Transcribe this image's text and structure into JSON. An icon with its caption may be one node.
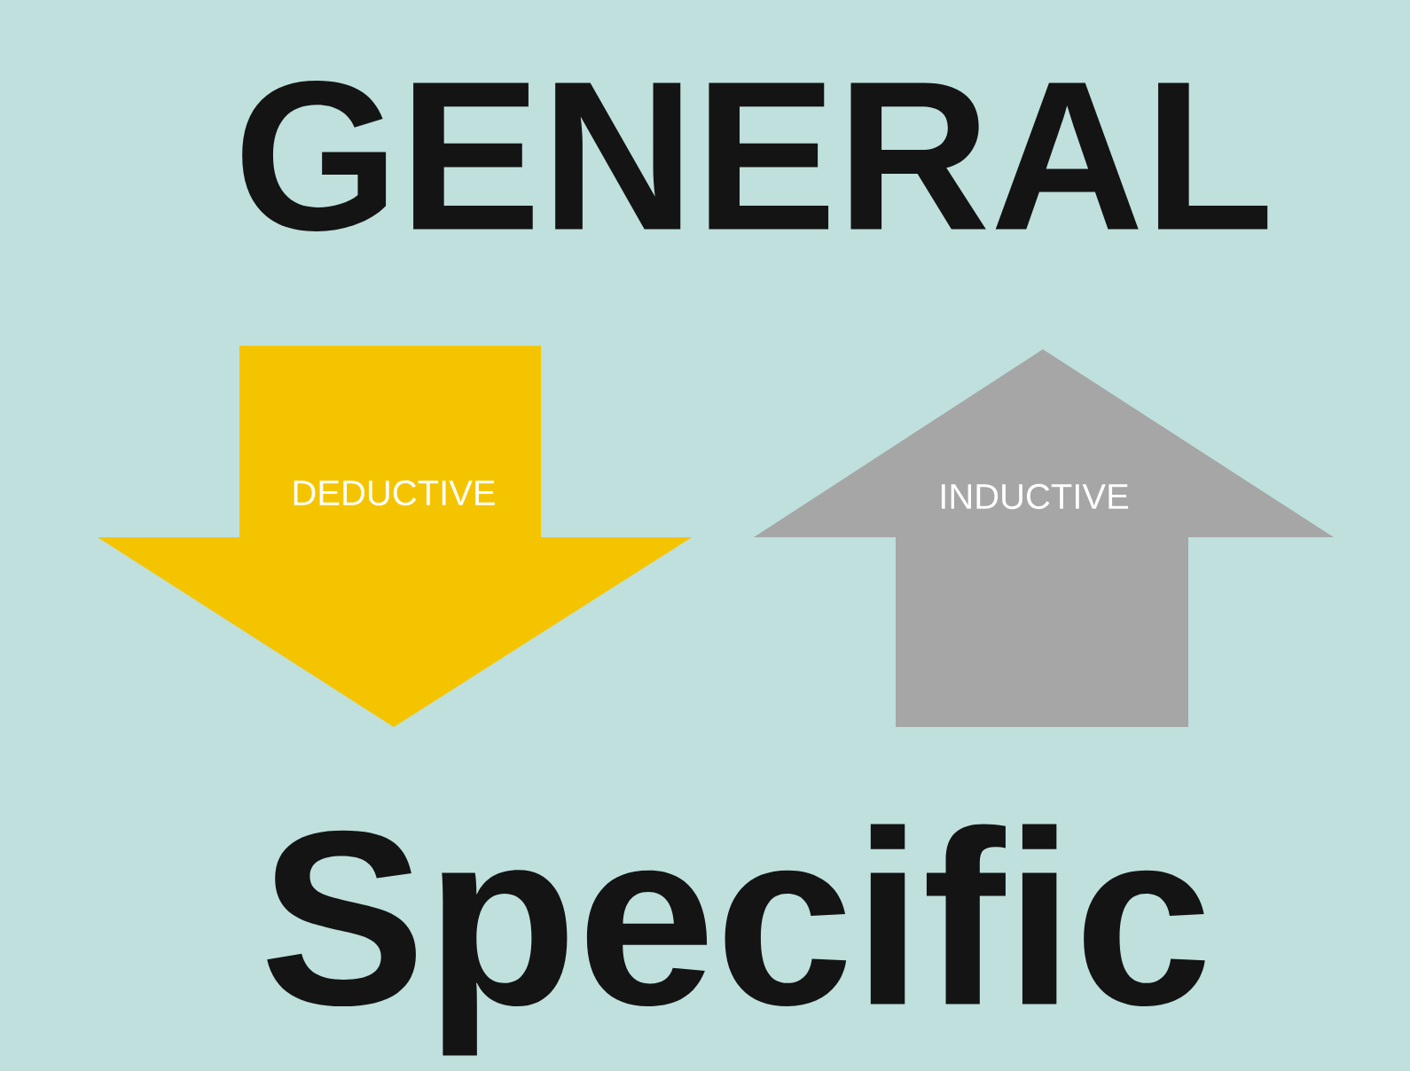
{
  "diagram": {
    "nodes": [
      {
        "text": [
          "GENERAL"
        ]
      },
      {
        "text": [
          "DEDUCTIVE"
        ]
      },
      {
        "text": [
          "INDUCTIVE"
        ]
      },
      {
        "text": [
          "Specific"
        ]
      }
    ]
  }
}
